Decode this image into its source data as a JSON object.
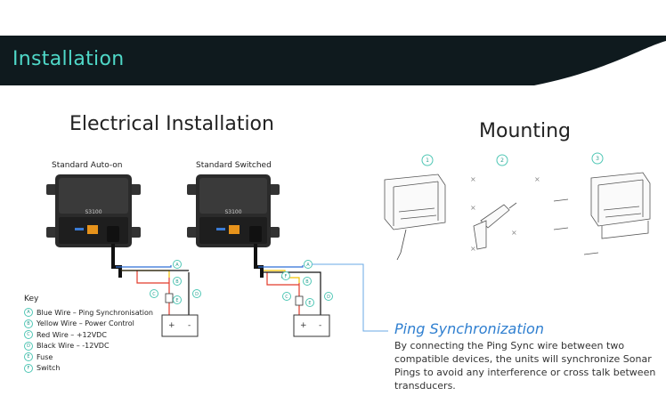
{
  "banner": {
    "title": "Installation"
  },
  "electrical": {
    "heading": "Electrical Installation",
    "diagram_left_label": "Standard Auto-on",
    "diagram_right_label": "Standard Switched",
    "device_model": "S3100",
    "battery_plus": "+",
    "battery_minus": "-",
    "callouts": [
      "A",
      "B",
      "C",
      "D",
      "E",
      "F"
    ]
  },
  "key": {
    "title": "Key",
    "items": [
      {
        "badge": "A",
        "label": "Blue Wire – Ping Synchronisation"
      },
      {
        "badge": "B",
        "label": "Yellow Wire – Power Control"
      },
      {
        "badge": "C",
        "label": "Red Wire – +12VDC"
      },
      {
        "badge": "D",
        "label": "Black Wire – -12VDC"
      },
      {
        "badge": "E",
        "label": "Fuse"
      },
      {
        "badge": "F",
        "label": "Switch"
      }
    ]
  },
  "mounting": {
    "heading": "Mounting",
    "steps": [
      "1",
      "2",
      "3"
    ]
  },
  "ping_sync": {
    "title": "Ping Synchronization",
    "body": "By connecting the Ping Sync wire between two compatible devices, the units will synchronize Sonar Pings to avoid any interference or cross talk between transducers."
  },
  "colors": {
    "banner_bg": "#0f1a1e",
    "accent": "#4fd8c8",
    "ping_blue": "#2f7fd0",
    "wire_blue": "#2f6fd6",
    "wire_yellow": "#f2c200",
    "wire_red": "#e23b2a",
    "wire_black": "#111111"
  }
}
